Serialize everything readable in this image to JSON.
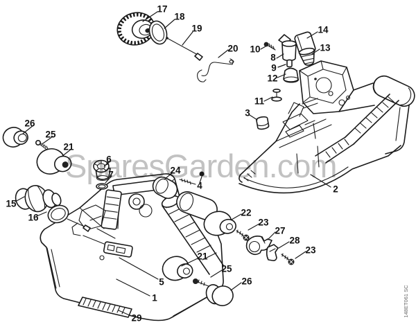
{
  "watermark": "SparesGarden.com",
  "diagram_code": "148ET061 SC",
  "colors": {
    "background": "#ffffff",
    "line_art": "#1a1a1a",
    "watermark": "#c2c2c2"
  },
  "labels": [
    {
      "text": "17"
    },
    {
      "text": "18"
    },
    {
      "text": "19"
    },
    {
      "text": "20"
    },
    {
      "text": "14"
    },
    {
      "text": "10"
    },
    {
      "text": "13"
    },
    {
      "text": "8"
    },
    {
      "text": "9"
    },
    {
      "text": "12"
    },
    {
      "text": "11"
    },
    {
      "text": "3"
    },
    {
      "text": "26"
    },
    {
      "text": "25"
    },
    {
      "text": "21"
    },
    {
      "text": "6"
    },
    {
      "text": "7"
    },
    {
      "text": "24"
    },
    {
      "text": "4"
    },
    {
      "text": "15"
    },
    {
      "text": "16"
    },
    {
      "text": "2"
    },
    {
      "text": "22"
    },
    {
      "text": "23"
    },
    {
      "text": "27"
    },
    {
      "text": "28"
    },
    {
      "text": "23"
    },
    {
      "text": "21"
    },
    {
      "text": "25"
    },
    {
      "text": "26"
    },
    {
      "text": "5"
    },
    {
      "text": "1"
    },
    {
      "text": "29"
    }
  ]
}
